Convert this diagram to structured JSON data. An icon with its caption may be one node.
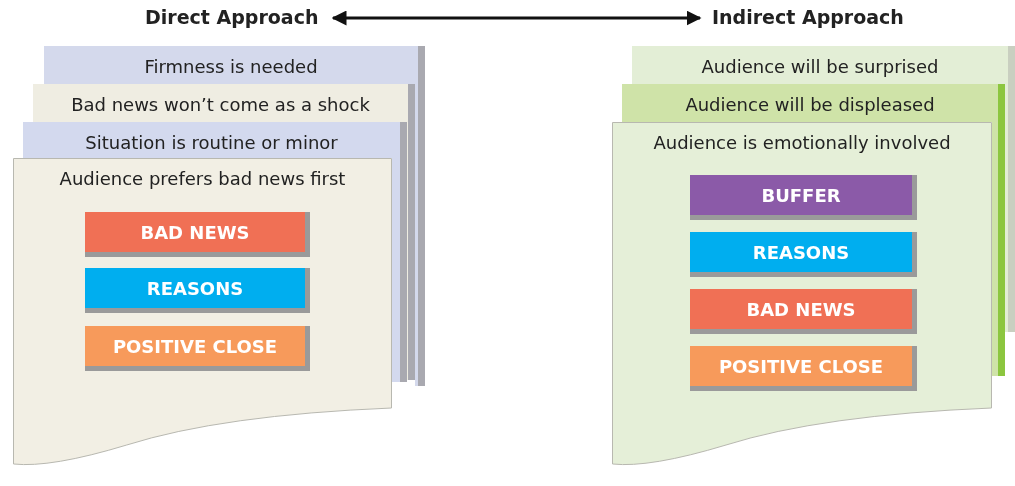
{
  "diagram": {
    "nodes": [
      {
        "text": [
          "Direct Approach"
        ]
      },
      {
        "text": [
          "Indirect Approach"
        ]
      },
      {
        "text": [
          "Firmness is needed"
        ]
      },
      {
        "text": [
          "Bad news won’t come as a shock"
        ]
      },
      {
        "text": [
          "Situation is routine or minor"
        ]
      },
      {
        "text": [
          "Audience prefers bad news first"
        ]
      },
      {
        "text": [
          "BAD NEWS"
        ],
        "in": 5
      },
      {
        "text": [
          "REASONS"
        ],
        "in": 5
      },
      {
        "text": [
          "POSITIVE CLOSE"
        ],
        "in": 5
      },
      {
        "text": [
          "Audience will be surprised"
        ]
      },
      {
        "text": [
          "Audience will be displeased"
        ]
      },
      {
        "text": [
          "Audience is emotionally involved"
        ]
      },
      {
        "text": [
          "BUFFER"
        ],
        "in": 11
      },
      {
        "text": [
          "REASONS"
        ],
        "in": 11
      },
      {
        "text": [
          "BAD NEWS"
        ],
        "in": 11
      },
      {
        "text": [
          "POSITIVE CLOSE"
        ],
        "in": 11
      }
    ],
    "edges": [
      {
        "from": 0,
        "to": 1,
        "arrow": "both"
      }
    ]
  }
}
